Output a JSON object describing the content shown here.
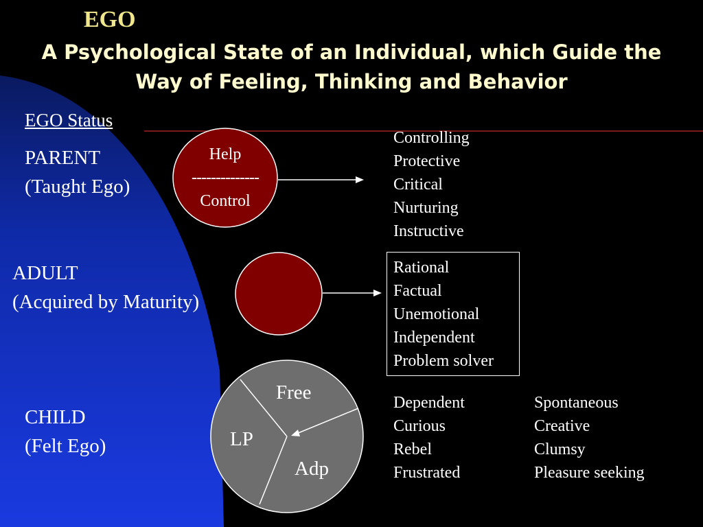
{
  "header": {
    "ego_title": "EGO",
    "subtitle": "A Psychological State of an Individual, which Guide the Way of Feeling, Thinking and Behavior"
  },
  "section_title": "EGO Status",
  "parent": {
    "label_line1": "PARENT",
    "label_line2": "(Taught Ego)",
    "circle_top": "Help",
    "circle_divider": "--------------",
    "circle_bottom": "Control",
    "traits": [
      "Controlling",
      "Protective",
      "Critical",
      "Nurturing",
      "Instructive"
    ]
  },
  "adult": {
    "label_line1": "ADULT",
    "label_line2": "(Acquired by Maturity)",
    "traits": [
      "Rational",
      "Factual",
      "Unemotional",
      "Independent",
      "Problem solver"
    ]
  },
  "child": {
    "label_line1": "CHILD",
    "label_line2": "(Felt Ego)",
    "parts": {
      "free": "Free",
      "lp": "LP",
      "adp": "Adp"
    },
    "traits_col1": [
      "Dependent",
      "Curious",
      "Rebel",
      "Frustrated"
    ],
    "traits_col2": [
      "Spontaneous",
      "Creative",
      "Clumsy",
      "Pleasure seeking"
    ]
  },
  "colors": {
    "background": "#000000",
    "blue_panel": "#1533d6",
    "circle_red": "#800000",
    "child_circle": "#6e6e6e",
    "title_yellow": "#f0e68c",
    "divider_line": "#7a1a1a"
  }
}
